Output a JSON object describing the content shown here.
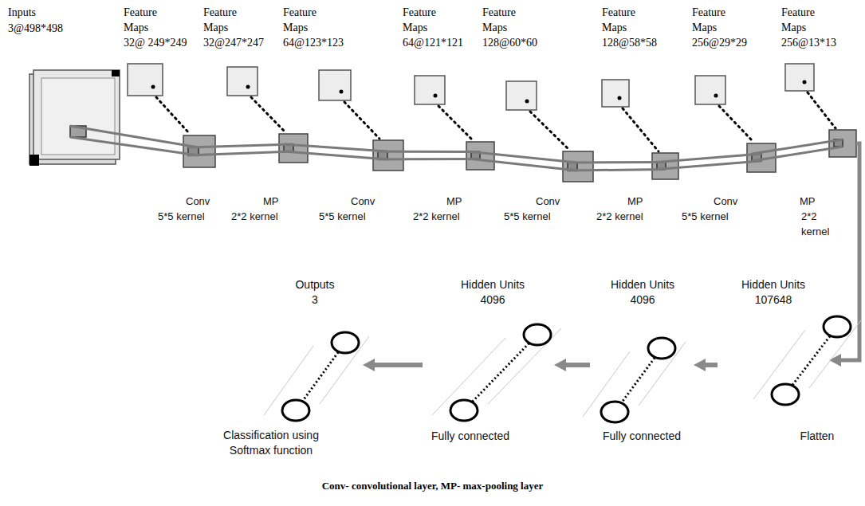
{
  "diagram": {
    "caption": "Conv- convolutional layer, MP- max-pooling layer",
    "nodes": [
      {
        "text": [
          "Outputs 3",
          "Classification using Softmax function"
        ]
      },
      {
        "text": [
          "Hidden Units 4096",
          "Fully connected"
        ]
      },
      {
        "text": [
          "Hidden Units 4096",
          "Fully connected"
        ]
      },
      {
        "text": [
          "Hidden Units 107648",
          "Flatten"
        ]
      }
    ],
    "edges": [
      {
        "from": 3,
        "to": 2,
        "arrow": "to"
      },
      {
        "from": 2,
        "to": 1,
        "arrow": "to"
      },
      {
        "from": 1,
        "to": 0,
        "arrow": "to"
      }
    ],
    "labels": [
      "Inputs",
      "3@498*498",
      "Feature Maps",
      "32@ 249*249",
      "Feature Maps",
      "32@247*247",
      "Feature Maps",
      "64@123*123",
      "Feature Maps",
      "64@121*121",
      "Feature Maps",
      "128@60*60",
      "Feature Maps",
      "128@58*58",
      "Feature Maps",
      "256@29*29",
      "Feature Maps",
      "256@13*13",
      "Conv",
      "5*5 kernel",
      "MP",
      "2*2 kernel",
      "Conv",
      "5*5 kernel",
      "MP",
      "2*2 kernel",
      "Conv",
      "5*5 kernel",
      "MP",
      "2*2 kernel",
      "Conv",
      "5*5 kernel",
      "MP",
      "2*2 kernel"
    ]
  }
}
